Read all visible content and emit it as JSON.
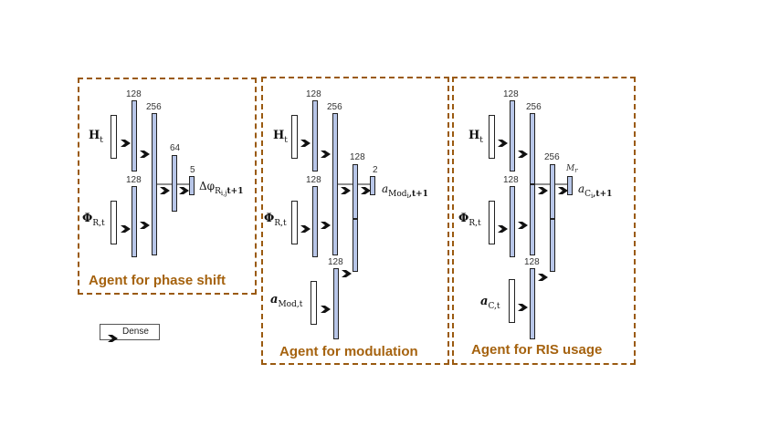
{
  "panels": [
    {
      "title": "Agent for phase shift",
      "inputs": {
        "h": "H",
        "h_sub": "t",
        "phi": "Φ",
        "phi_sub": "R,t"
      },
      "sizes": {
        "dense1_top": "128",
        "dense1_bottom": "128",
        "dense2": "256",
        "dense3": "64",
        "out": "5"
      },
      "output": {
        "main": "Δφ",
        "sub": "R",
        "sub2": "i,j",
        "tail": "t+1"
      }
    },
    {
      "title": "Agent for modulation",
      "inputs": {
        "h": "H",
        "h_sub": "t",
        "phi": "Φ",
        "phi_sub": "R,t",
        "a": "a",
        "a_sub": "Mod,t"
      },
      "sizes": {
        "dense1_top": "128",
        "dense1_bottom": "128",
        "dense1_a": "128",
        "dense2": "256",
        "dense3": "128",
        "out": "2"
      },
      "output": {
        "main": "a",
        "sub": "Mod",
        "sub2": "i",
        "tail": ",t+1"
      }
    },
    {
      "title": "Agent for RIS usage",
      "inputs": {
        "h": "H",
        "h_sub": "t",
        "phi": "Φ",
        "phi_sub": "R,t",
        "a": "a",
        "a_sub": "C,t"
      },
      "sizes": {
        "dense1_top": "128",
        "dense1_bottom": "128",
        "dense1_a": "128",
        "dense2": "256",
        "dense3": "256",
        "out": "M",
        "out_sub": "r"
      },
      "output": {
        "main": "a",
        "sub": "C",
        "sub2": "i",
        "tail": ",t+1"
      }
    }
  ],
  "legend": {
    "label": "Dense"
  },
  "colors": {
    "frame": "#9a5a10",
    "title": "#a5620e",
    "dense_fill": "#b8c6e8"
  }
}
